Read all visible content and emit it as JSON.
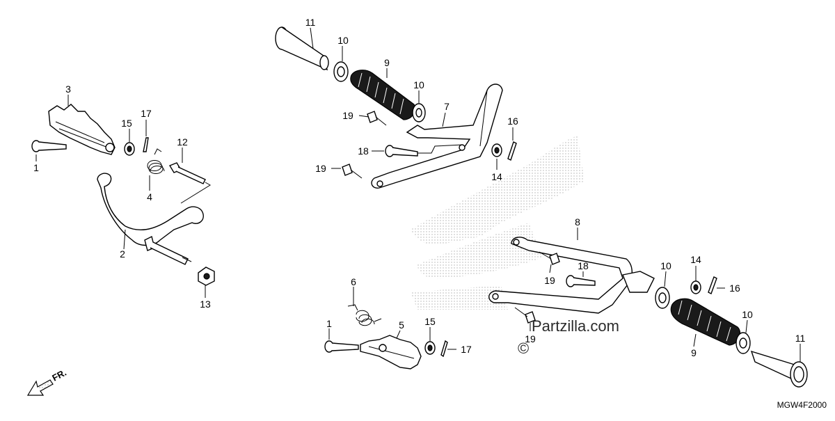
{
  "diagram": {
    "code": "MGW4F2000",
    "watermark": "Partzilla.com",
    "watermark_symbol": "©",
    "direction_label": "FR."
  },
  "callouts": [
    {
      "id": "c1a",
      "label": "1"
    },
    {
      "id": "c1b",
      "label": "1"
    },
    {
      "id": "c2",
      "label": "2"
    },
    {
      "id": "c3",
      "label": "3"
    },
    {
      "id": "c4",
      "label": "4"
    },
    {
      "id": "c5",
      "label": "5"
    },
    {
      "id": "c6",
      "label": "6"
    },
    {
      "id": "c7",
      "label": "7"
    },
    {
      "id": "c8",
      "label": "8"
    },
    {
      "id": "c9a",
      "label": "9"
    },
    {
      "id": "c9b",
      "label": "9"
    },
    {
      "id": "c10a",
      "label": "10"
    },
    {
      "id": "c10b",
      "label": "10"
    },
    {
      "id": "c10c",
      "label": "10"
    },
    {
      "id": "c10d",
      "label": "10"
    },
    {
      "id": "c11a",
      "label": "11"
    },
    {
      "id": "c11b",
      "label": "11"
    },
    {
      "id": "c12",
      "label": "12"
    },
    {
      "id": "c13",
      "label": "13"
    },
    {
      "id": "c14a",
      "label": "14"
    },
    {
      "id": "c14b",
      "label": "14"
    },
    {
      "id": "c15a",
      "label": "15"
    },
    {
      "id": "c15b",
      "label": "15"
    },
    {
      "id": "c16a",
      "label": "16"
    },
    {
      "id": "c16b",
      "label": "16"
    },
    {
      "id": "c17a",
      "label": "17"
    },
    {
      "id": "c17b",
      "label": "17"
    },
    {
      "id": "c18a",
      "label": "18"
    },
    {
      "id": "c18b",
      "label": "18"
    },
    {
      "id": "c19a",
      "label": "19"
    },
    {
      "id": "c19b",
      "label": "19"
    },
    {
      "id": "c19c",
      "label": "19"
    },
    {
      "id": "c19d",
      "label": "19"
    }
  ]
}
